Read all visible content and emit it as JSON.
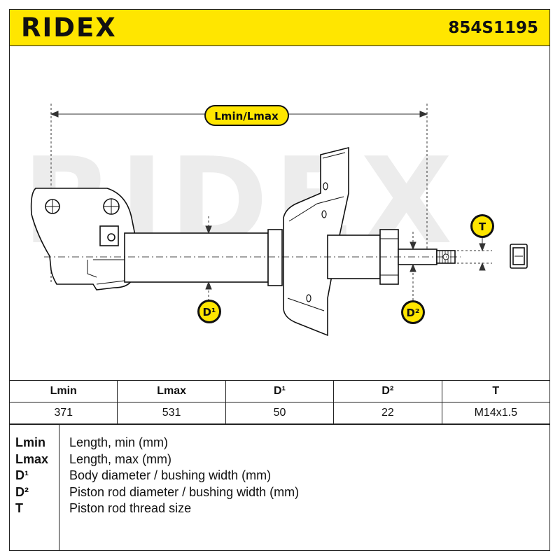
{
  "header": {
    "brand": "RIDEX",
    "part_number": "854S1195"
  },
  "drawing": {
    "dimension_label": "Lmin/Lmax",
    "d1_label": "D¹",
    "d2_label": "D²",
    "t_label": "T",
    "watermark": "RIDEX",
    "accent_color": "#ffe600",
    "label_bg_color": "#111111"
  },
  "specs": {
    "headers": [
      "Lmin",
      "Lmax",
      "D¹",
      "D²",
      "T"
    ],
    "values": [
      "371",
      "531",
      "50",
      "22",
      "M14x1.5"
    ]
  },
  "legend": {
    "items": [
      {
        "key": "Lmin",
        "desc": "Length, min (mm)"
      },
      {
        "key": "Lmax",
        "desc": "Length, max (mm)"
      },
      {
        "key": "D¹",
        "desc": "Body diameter / bushing width (mm)"
      },
      {
        "key": "D²",
        "desc": "Piston rod diameter / bushing width (mm)"
      },
      {
        "key": "T",
        "desc": "Piston rod thread size"
      }
    ]
  }
}
